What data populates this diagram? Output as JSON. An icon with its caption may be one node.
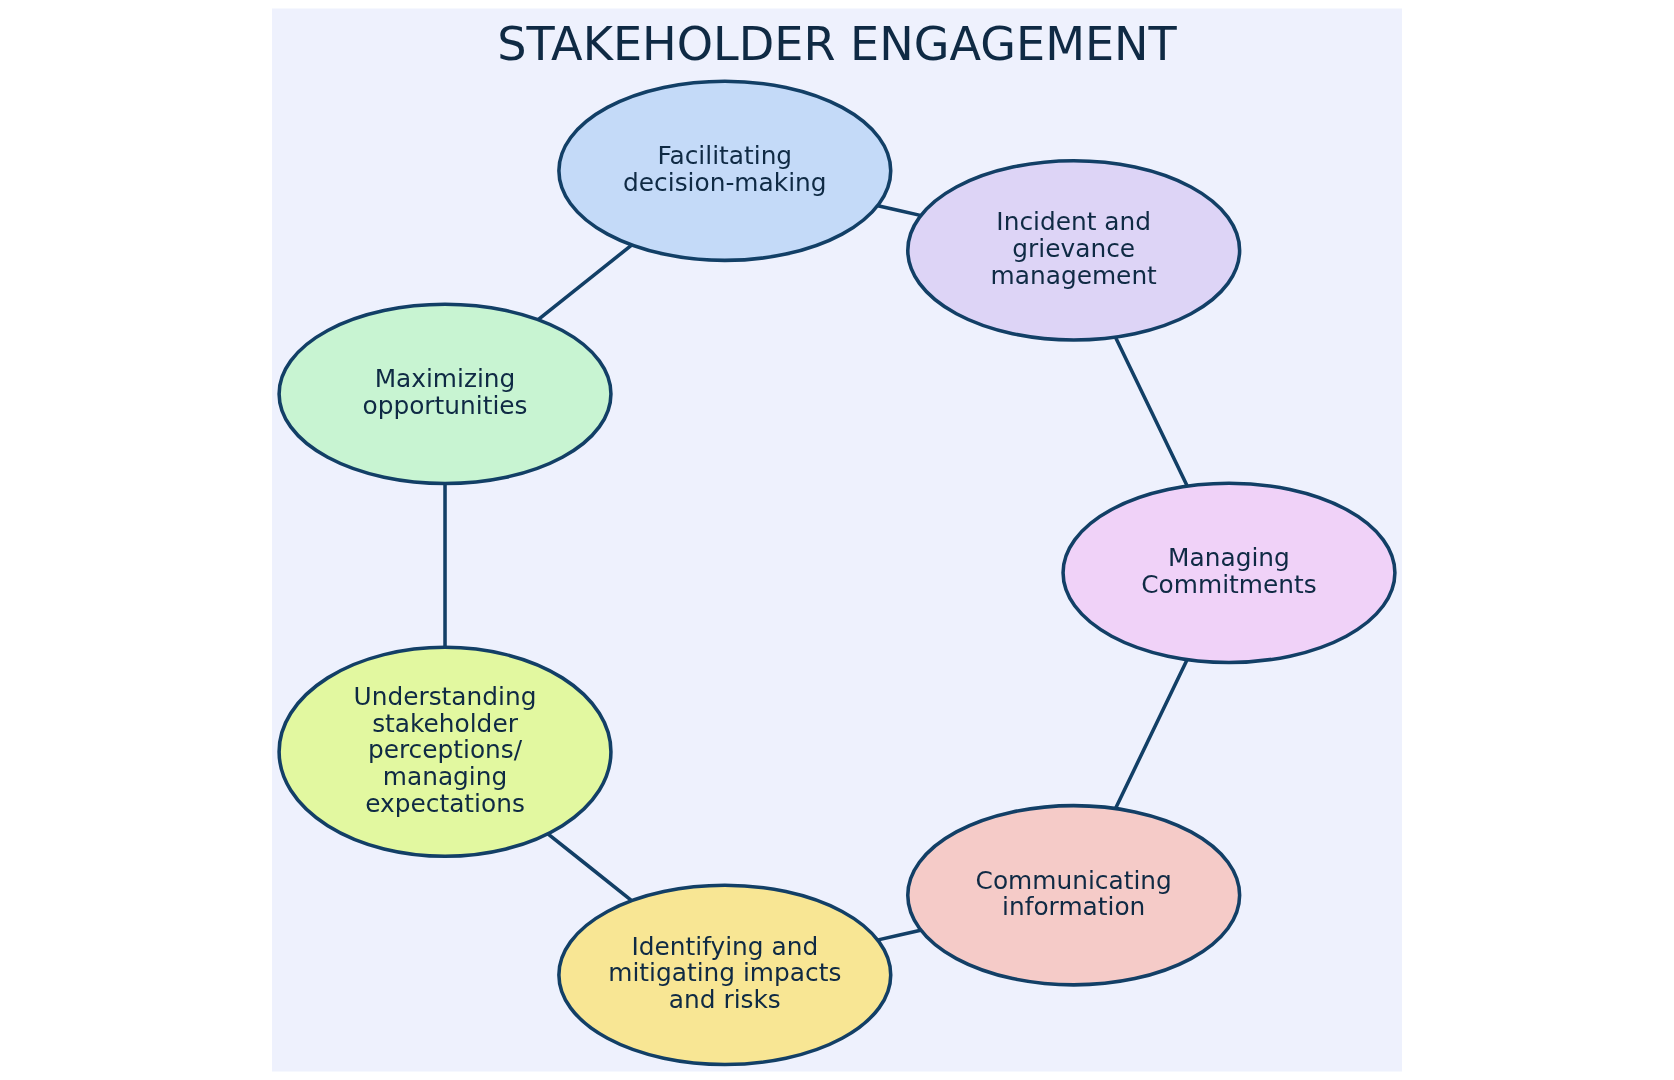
{
  "diagram": {
    "title": "STAKEHOLDER ENGAGEMENT",
    "nodes": [
      {
        "text": [
          "Communicating information"
        ]
      },
      {
        "text": [
          "Identifying and mitigating impacts and risks"
        ]
      },
      {
        "text": [
          "Understanding stakeholder perceptions/ managing expectations"
        ]
      },
      {
        "text": [
          "Maximizing opportunities"
        ]
      },
      {
        "text": [
          "Facilitating decision-making"
        ]
      },
      {
        "text": [
          "Incident and grievance management"
        ]
      },
      {
        "text": [
          "Managing Commitments"
        ]
      }
    ],
    "edges": [
      {
        "from": 0,
        "to": 1,
        "arrow": "none"
      },
      {
        "from": 1,
        "to": 2,
        "arrow": "none"
      },
      {
        "from": 2,
        "to": 3,
        "arrow": "none"
      },
      {
        "from": 3,
        "to": 4,
        "arrow": "none"
      },
      {
        "from": 4,
        "to": 5,
        "arrow": "none"
      },
      {
        "from": 5,
        "to": 6,
        "arrow": "none"
      },
      {
        "from": 6,
        "to": 0,
        "arrow": "none"
      }
    ]
  }
}
